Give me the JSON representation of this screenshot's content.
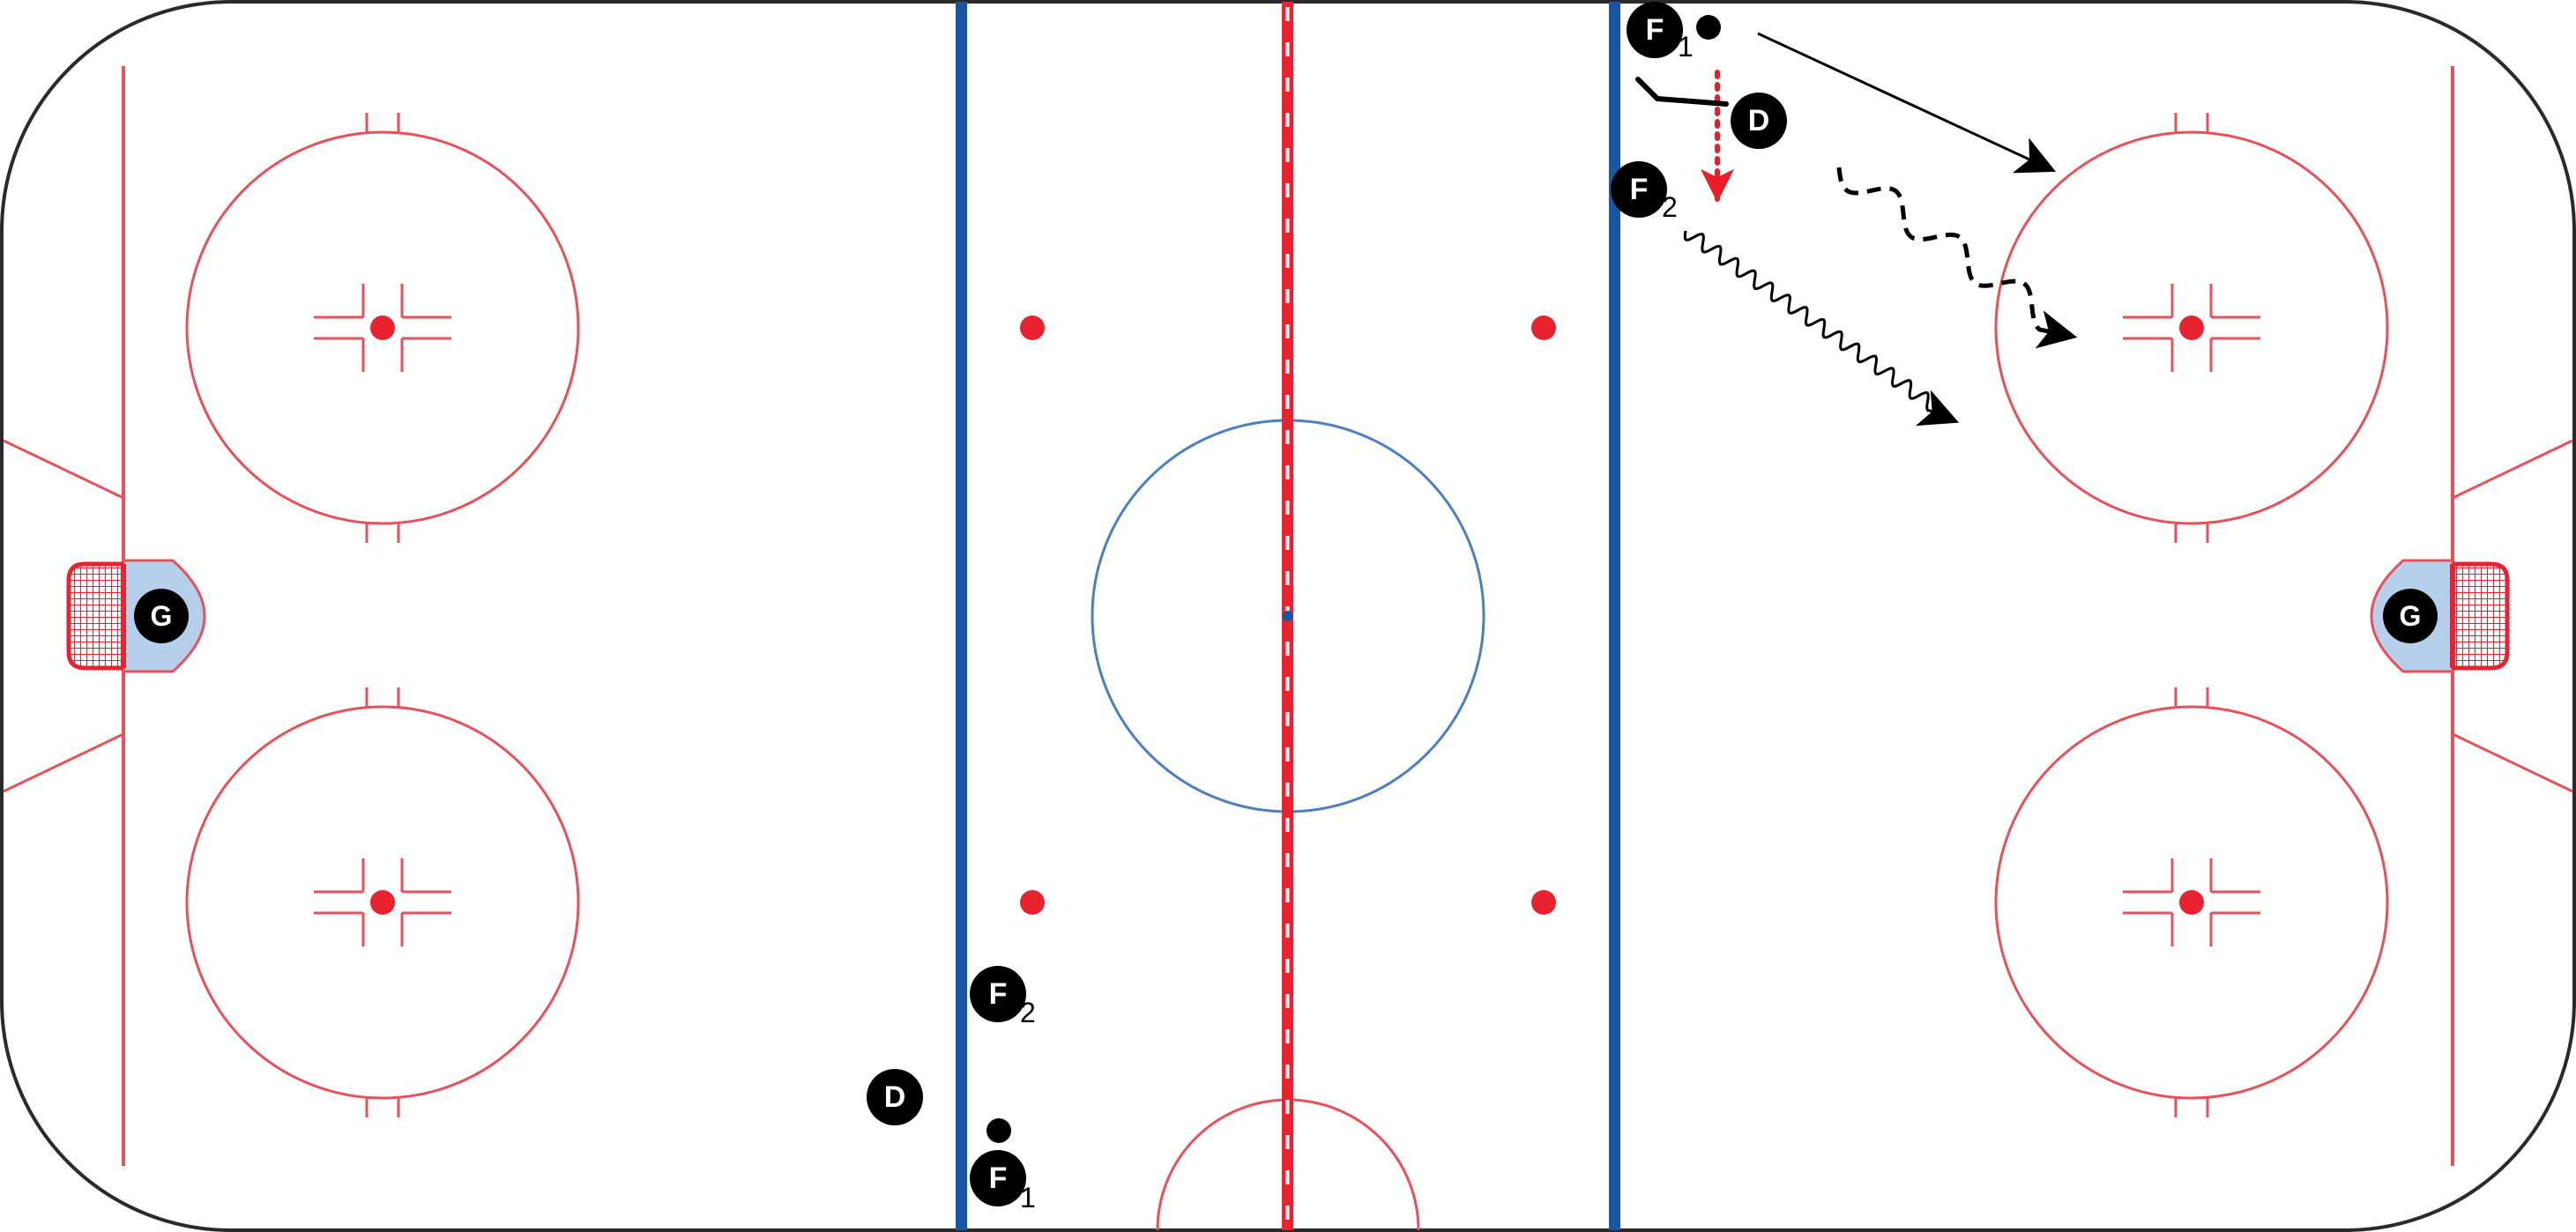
{
  "diagram": {
    "colors": {
      "board": "#2a2a2a",
      "red_line": "#e8222f",
      "rink_marking": "#e8505a",
      "blue_line": "#1656a3",
      "center_circle": "#4a7fc0",
      "crease_fill": "#b6d0ec",
      "net_red": "#e8222f",
      "player_fill": "#000000",
      "puck": "#000000",
      "red_arrow": "#ee1c25"
    },
    "goalies": {
      "left": {
        "label": "G"
      },
      "right": {
        "label": "G"
      }
    },
    "players": {
      "f1_attack": {
        "letter": "F",
        "sub": "1"
      },
      "f2_attack": {
        "letter": "F",
        "sub": "2"
      },
      "d_attack": {
        "letter": "D",
        "sub": ""
      },
      "f2_neutral": {
        "letter": "F",
        "sub": "2"
      },
      "d_neutral": {
        "letter": "D",
        "sub": ""
      },
      "f1_neutral": {
        "letter": "F",
        "sub": "1"
      }
    }
  }
}
